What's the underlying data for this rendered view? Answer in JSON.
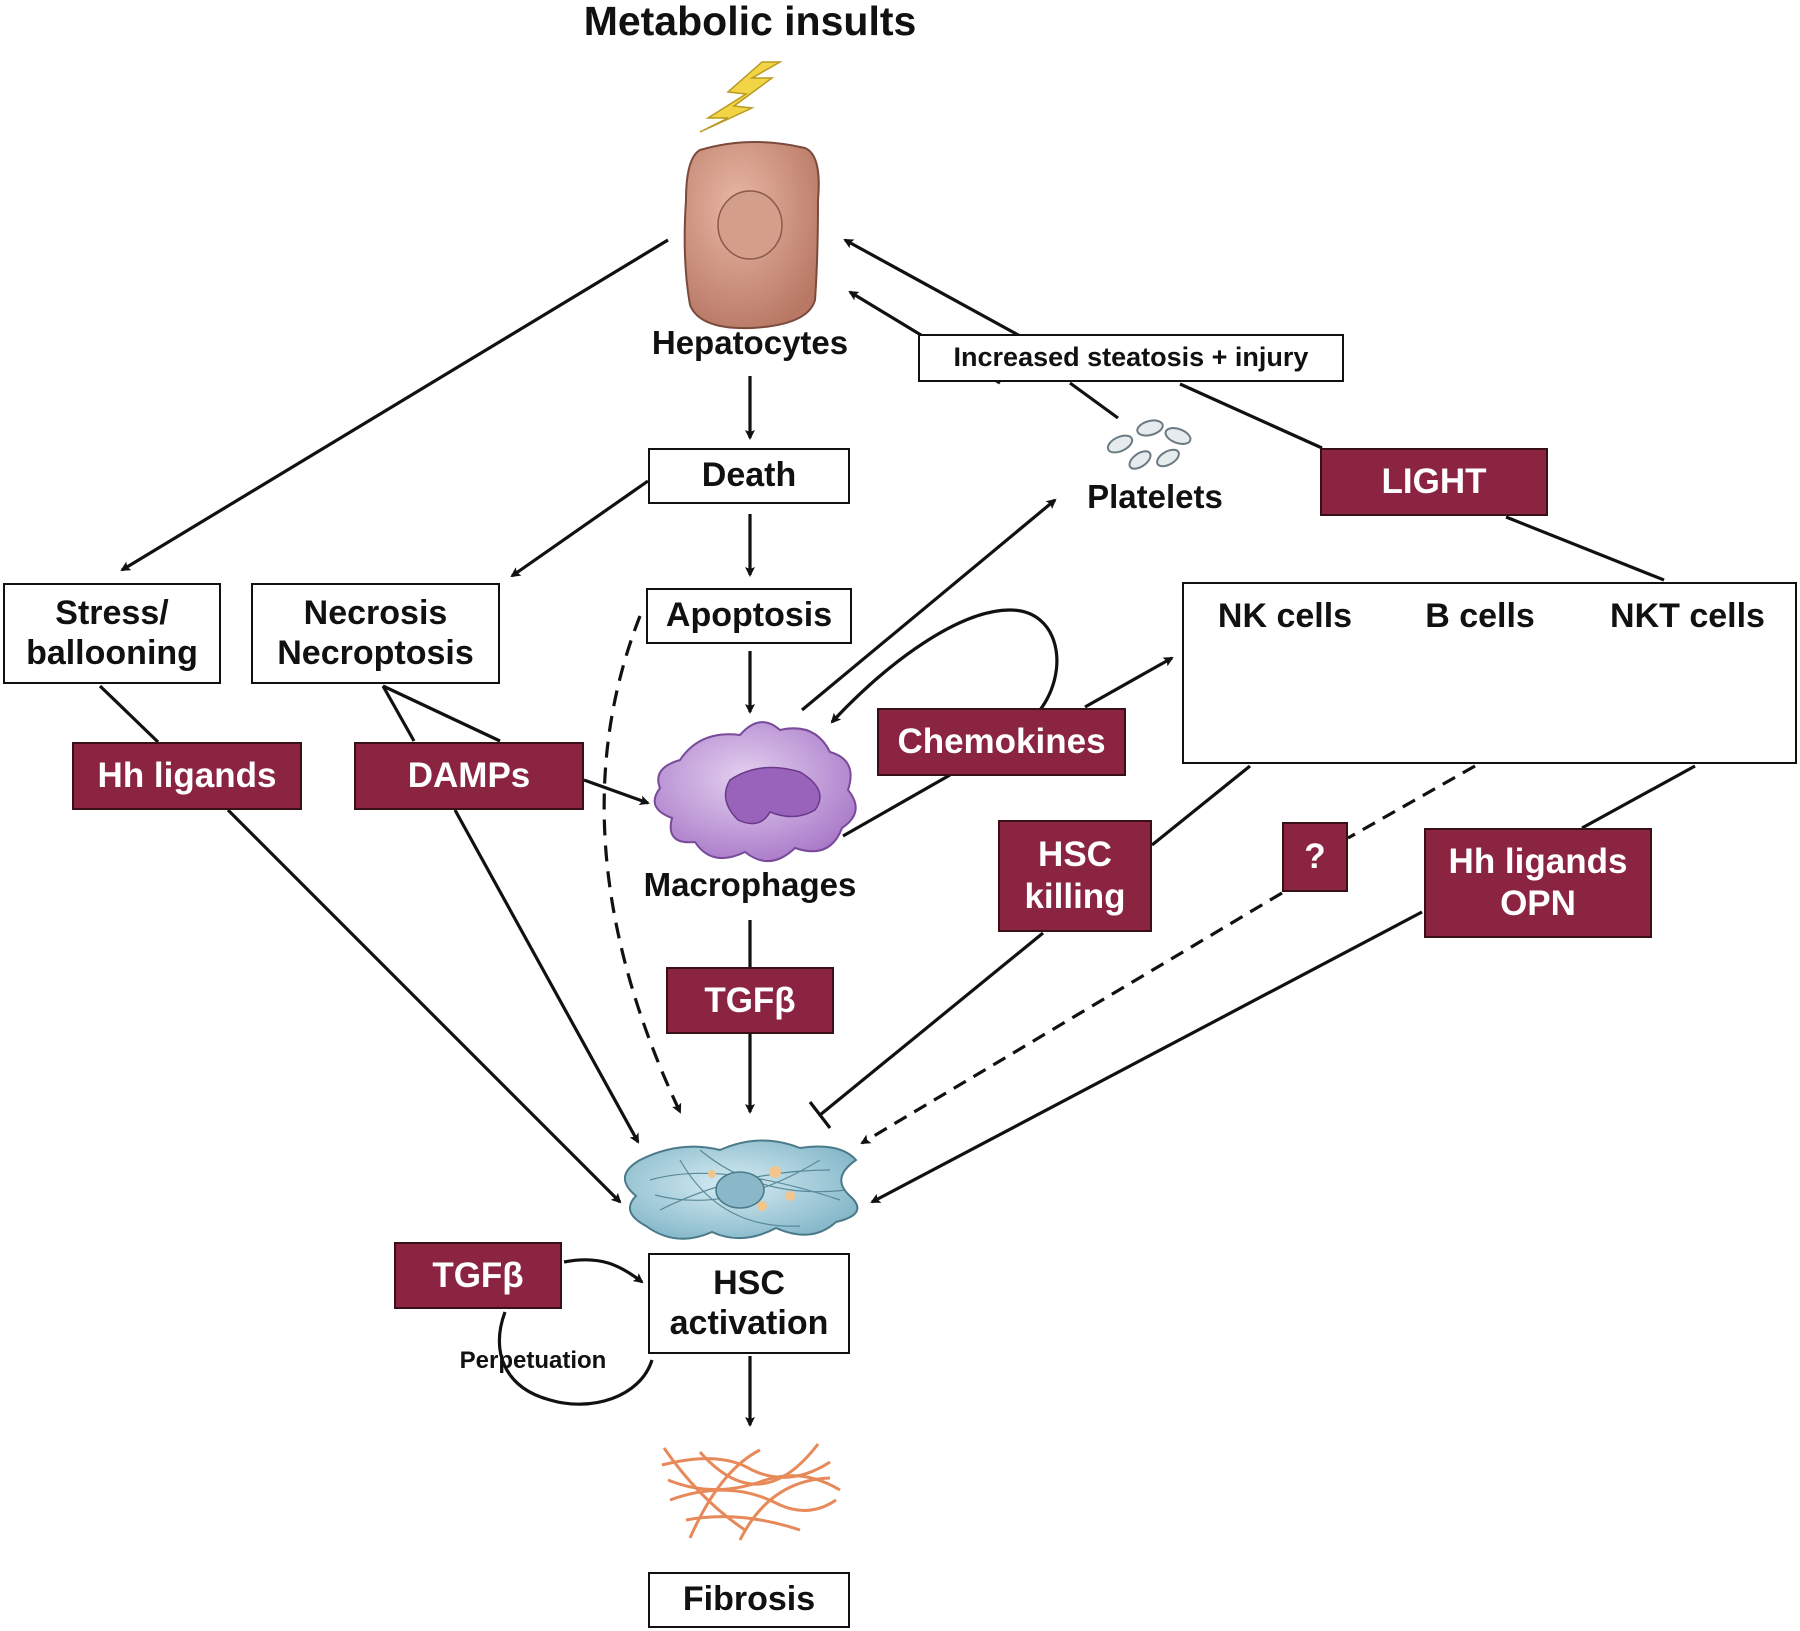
{
  "colors": {
    "signal_box": "#8b2441",
    "line": "#111111",
    "hepatocyte": "#c98f7d",
    "macrophage": "#b58ad0",
    "hsc": "#a9cfdc",
    "fibrosis": "#e8895a",
    "lightning": "#f2d447"
  },
  "title": "Metabolic insults",
  "icons": {
    "lightning": "lightning-bolt-icon",
    "hepatocyte": "hepatocyte-cell-icon",
    "platelets": "platelets-icon",
    "macrophage": "macrophage-cell-icon",
    "nk": "nk-cell-icon",
    "b": "b-cell-icon",
    "nkt": "nkt-cell-icon",
    "hsc": "stellate-cell-icon",
    "fibrosis": "collagen-fibers-icon"
  },
  "nodes": {
    "hepatocytes": "Hepatocytes",
    "death": "Death",
    "stress": "Stress/\nballooning",
    "necrosis": "Necrosis\nNecroptosis",
    "apoptosis": "Apoptosis",
    "macrophages": "Macrophages",
    "platelets": "Platelets",
    "steatosis": "Increased steatosis + injury",
    "nk": "NK cells",
    "b": "B cells",
    "nkt": "NKT cells",
    "hsc_activation": "HSC\nactivation",
    "fibrosis": "Fibrosis",
    "perpetuation": "Perpetuation"
  },
  "signals": {
    "hh_ligands": "Hh ligands",
    "damps": "DAMPs",
    "chemokines": "Chemokines",
    "light": "LIGHT",
    "hsc_killing": "HSC\nkilling",
    "question": "?",
    "hh_opn": "Hh ligands\nOPN",
    "tgfb_center": "TGFβ",
    "tgfb_loop": "TGFβ"
  }
}
